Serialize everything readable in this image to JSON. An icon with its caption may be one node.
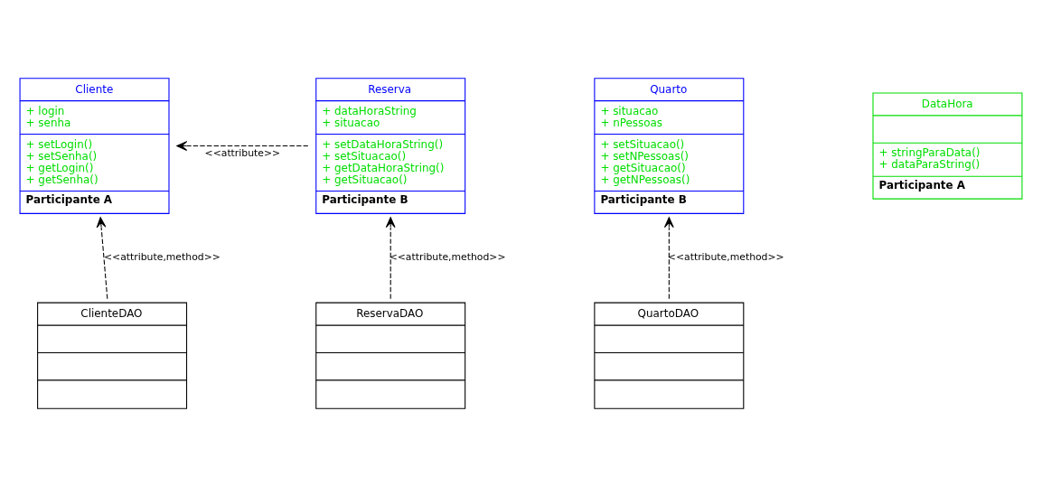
{
  "diagram": {
    "nodes": [
      {
        "text": [
          "Cliente",
          "+ login",
          "+ senha",
          "+ setLogin()",
          "+ setSenha()",
          "+ getLogin()",
          "+ getSenha()",
          "Participante A"
        ]
      },
      {
        "text": [
          "Reserva",
          "+ dataHoraString",
          "+ situacao",
          "+ setDataHoraString()",
          "+ setSituacao()",
          "+ getDataHoraString()",
          "+ getSituacao()",
          "Participante B"
        ]
      },
      {
        "text": [
          "Quarto",
          "+ situacao",
          "+ nPessoas",
          "+ setSituacao()",
          "+ setNPessoas()",
          "+ getSituacao()",
          "+ getNPessoas()",
          "Participante B"
        ]
      },
      {
        "text": [
          "DataHora",
          "+ stringParaData()",
          "+ dataParaString()",
          "Participante A"
        ]
      },
      {
        "text": [
          "ClienteDAO"
        ]
      },
      {
        "text": [
          "ReservaDAO"
        ]
      },
      {
        "text": [
          "QuartoDAO"
        ]
      }
    ],
    "edges": [
      {
        "from": 1,
        "to": 0,
        "arrow": "to",
        "style": "dashed",
        "label": "<<attribute>>"
      },
      {
        "from": 4,
        "to": 0,
        "arrow": "to",
        "style": "dashed",
        "label": "<<attribute,method>>"
      },
      {
        "from": 5,
        "to": 1,
        "arrow": "to",
        "style": "dashed",
        "label": "<<attribute,method>>"
      },
      {
        "from": 6,
        "to": 2,
        "arrow": "to",
        "style": "dashed",
        "label": "<<attribute,method>>"
      }
    ]
  }
}
